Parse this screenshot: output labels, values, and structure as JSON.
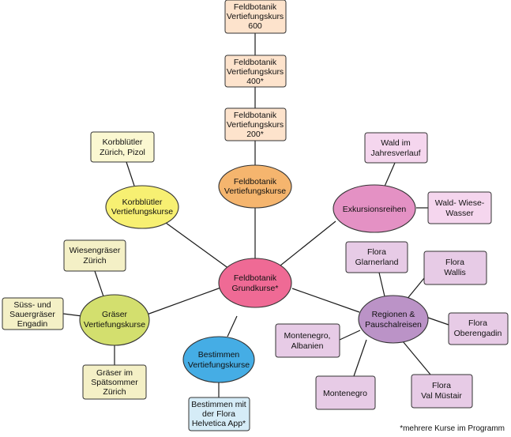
{
  "colors": {
    "peach_box": "#fde3cc",
    "peach_ellipse": "#f5b56e",
    "yellow_box": "#fbf8d1",
    "yellow_ellipse": "#f7f072",
    "lime_box": "#f4f0c6",
    "lime_ellipse": "#d3df6e",
    "pink_box": "#f5d6ee",
    "pink_ellipse": "#e491c4",
    "center_ellipse": "#ef6a95",
    "blue_ellipse": "#45ade5",
    "blue_box": "#d5ecf7",
    "lilac_box": "#e7cbe6",
    "lilac_ellipse": "#bb93c7"
  },
  "nodes": {
    "center": [
      "Feldbotanik",
      "Grundkurse*"
    ],
    "feldbotanik_vertiefung": [
      "Feldbotanik",
      "Vertiefungskurse"
    ],
    "fb_600": [
      "Feldbotanik",
      "Vertiefungskurs",
      "600"
    ],
    "fb_400": [
      "Feldbotanik",
      "Vertiefungskurs",
      "400*"
    ],
    "fb_200": [
      "Feldbotanik",
      "Vertiefungskurs",
      "200*"
    ],
    "korbbluetler_vertiefung": [
      "Korbblütler",
      "Vertiefungskurse"
    ],
    "korbbluetler_zuerich": [
      "Korbblütler",
      "Zürich, Pizol"
    ],
    "exkursionsreihen": [
      "Exkursionsreihen"
    ],
    "wald_jahresverlauf": [
      "Wald im",
      "Jahresverlauf"
    ],
    "wald_wiese_wasser": [
      "Wald- Wiese-",
      "Wasser"
    ],
    "graeser_vertiefung": [
      "Gräser",
      "Vertiefungskurse"
    ],
    "wiesengraeser": [
      "Wiesengräser",
      "Zürich"
    ],
    "suess_sauer": [
      "Süss- und",
      "Sauergräser",
      "Engadin"
    ],
    "graeser_spaetsommer": [
      "Gräser im",
      "Spätsommer",
      "Zürich"
    ],
    "bestimmen_vertiefung": [
      "Bestimmen",
      "Vertiefungskurse"
    ],
    "bestimmen_app": [
      "Bestimmen mit",
      "der Flora",
      "Helvetica App*"
    ],
    "regionen": [
      "Regionen &",
      "Pauschalreisen"
    ],
    "flora_glarnerland": [
      "Flora",
      "Glarnerland"
    ],
    "flora_wallis": [
      "Flora",
      "Wallis"
    ],
    "flora_oberengadin": [
      "Flora",
      "Oberengadin"
    ],
    "montenegro_albanien": [
      "Montenegro,",
      "Albanien"
    ],
    "montenegro": [
      "Montenegro"
    ],
    "flora_val_muestair": [
      "Flora",
      "Val Müstair"
    ]
  },
  "footnote": "*mehrere Kurse im Programm"
}
